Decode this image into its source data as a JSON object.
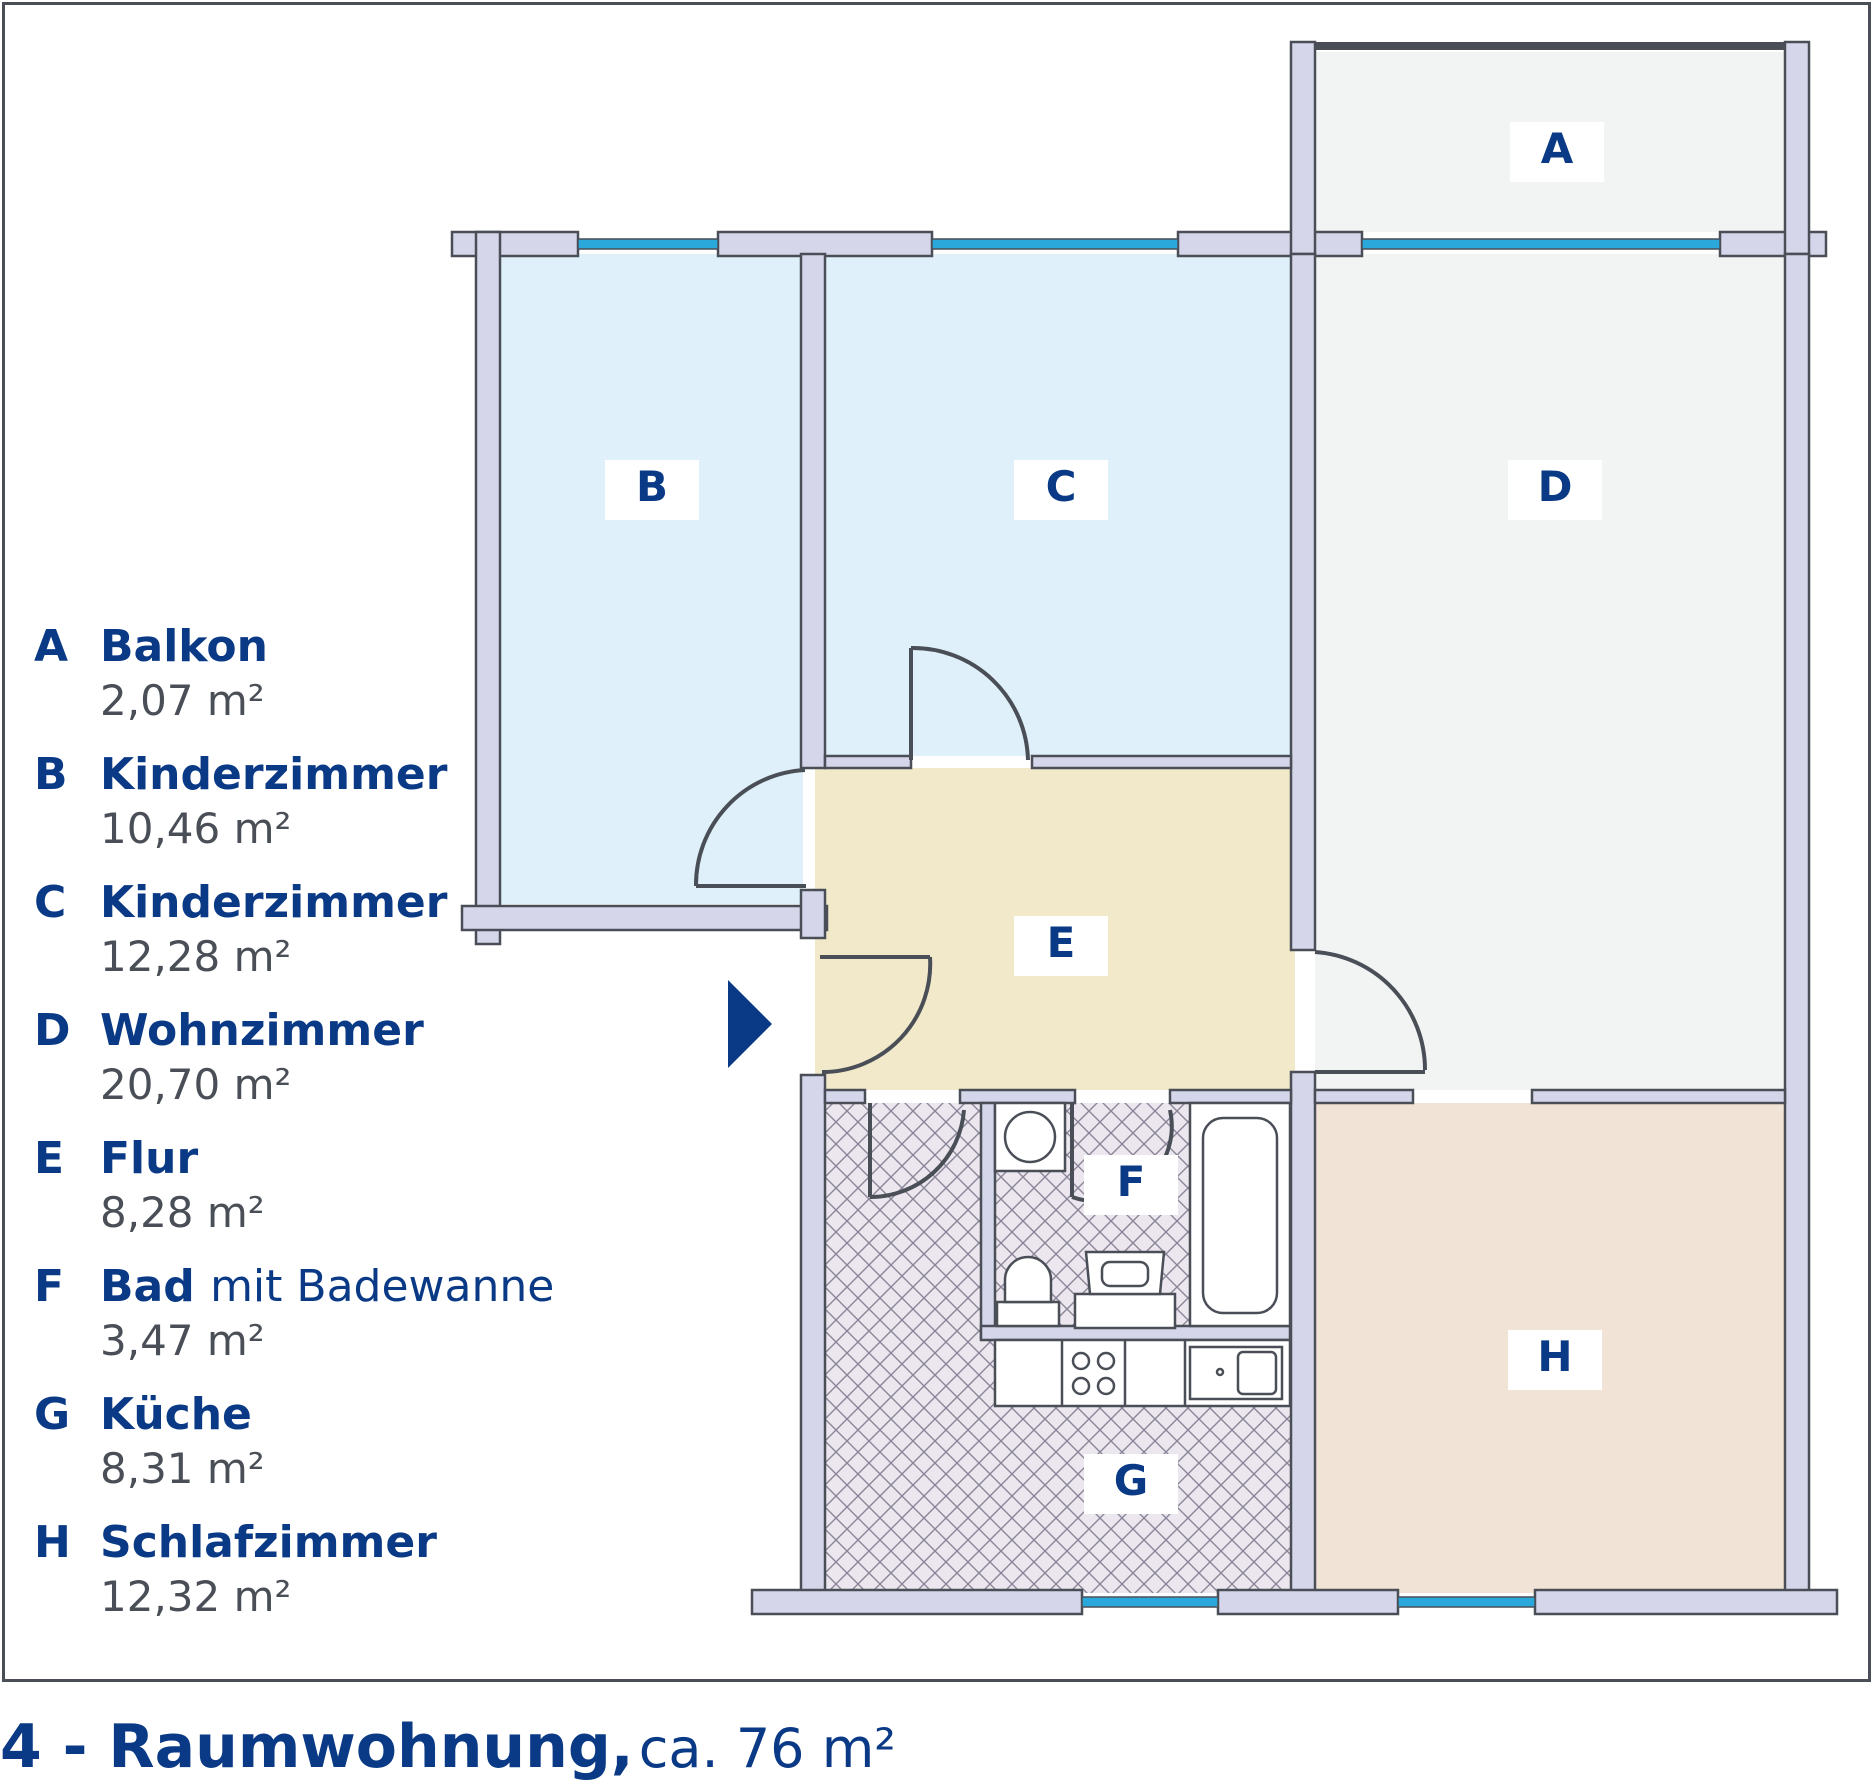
{
  "rooms": [
    {
      "letter": "A",
      "name": "Balkon",
      "name_extra": "",
      "area": "2,07 m²",
      "color": "#f2f4f3"
    },
    {
      "letter": "B",
      "name": "Kinderzimmer",
      "name_extra": "",
      "area": "10,46 m²",
      "color": "#e0f0fa"
    },
    {
      "letter": "C",
      "name": "Kinderzimmer",
      "name_extra": "",
      "area": "12,28 m²",
      "color": "#e0f0fa"
    },
    {
      "letter": "D",
      "name": "Wohnzimmer",
      "name_extra": "",
      "area": "20,70 m²",
      "color": "#f2f4f3"
    },
    {
      "letter": "E",
      "name": "Flur",
      "name_extra": "",
      "area": "8,28 m²",
      "color": "#f1e9c9"
    },
    {
      "letter": "F",
      "name": "Bad",
      "name_extra": "mit Badewanne",
      "area": "3,47 m²",
      "color": "#cfe6e8"
    },
    {
      "letter": "G",
      "name": "Küche",
      "name_extra": "",
      "area": "8,31 m²",
      "color": "#ece6ef"
    },
    {
      "letter": "H",
      "name": "Schlafzimmer",
      "name_extra": "",
      "area": "12,32 m²",
      "color": "#f1e3d6"
    }
  ],
  "caption": {
    "bold": "4 - Raumwohnung,",
    "light": "ca. 76 m²"
  },
  "colors": {
    "text": "#0a3a86",
    "wall": "#d6d6ea",
    "wall_outline": "#4a4f57",
    "window": "#2aa8dc",
    "door": "#4a4f57"
  }
}
